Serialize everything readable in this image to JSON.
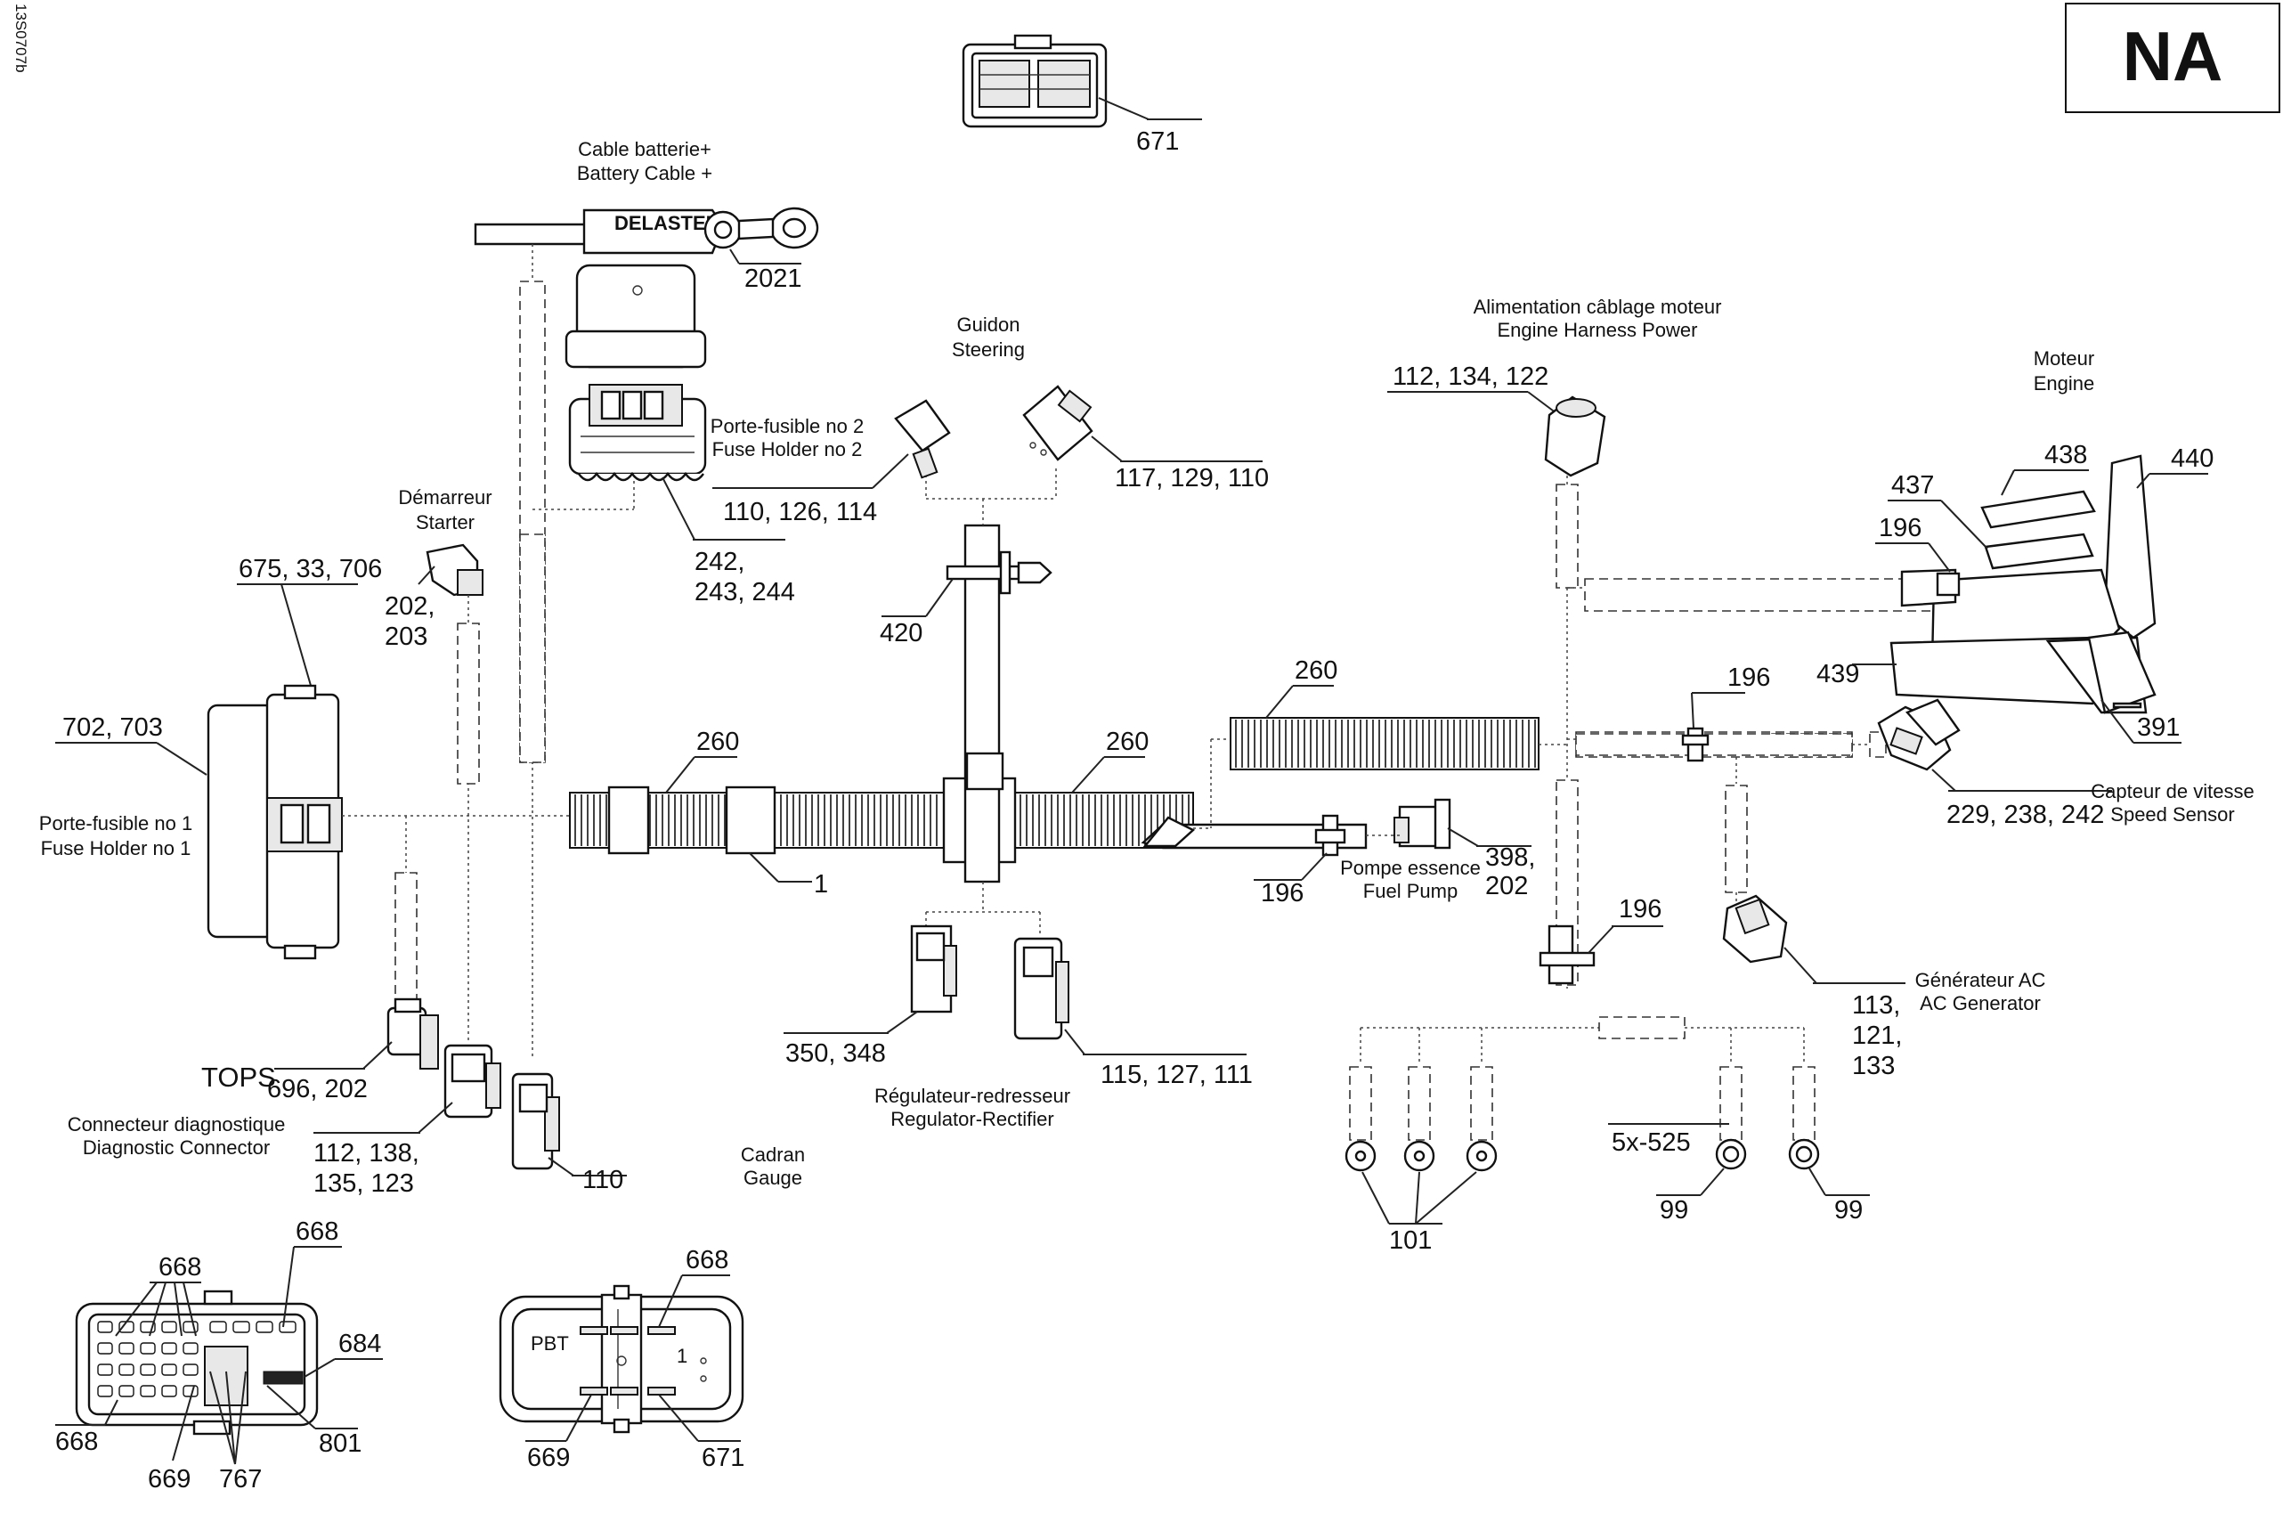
{
  "drawing_ref": "13S0707b",
  "region_code": "NA",
  "components": {
    "battery_cable": {
      "label_fr": "Cable batterie+",
      "label_en": "Battery Cable +",
      "brand": "DELASTEK",
      "part": "2021"
    },
    "connector_top": {
      "part": "671"
    },
    "fuse_holder_2": {
      "label_fr": "Porte-fusible no 2",
      "label_en": "Fuse Holder no 2",
      "parts_line1": "242,",
      "parts_line2": "243, 244"
    },
    "starter": {
      "label_fr": "Démarreur",
      "label_en": "Starter",
      "parts_line1": "202,",
      "parts_line2": "203"
    },
    "steering": {
      "label_fr": "Guidon",
      "label_en": "Steering",
      "connector_left": "110, 126, 114",
      "connector_right": "117, 129, 110"
    },
    "clip_420": {
      "part": "420"
    },
    "fuse_holder_1": {
      "label_fr": "Porte-fusible no 1",
      "label_en": "Fuse Holder no 1",
      "part_top": "675, 33, 706",
      "part_left": "702, 703"
    },
    "conduit": {
      "left": "260",
      "middle": "260",
      "right": "260",
      "main_harness": "1"
    },
    "fuel_pump": {
      "label_fr": "Pompe essence",
      "label_en": "Fuel Pump",
      "parts_line1": "398,",
      "parts_line2": "202",
      "clip": "196"
    },
    "engine_harness_power": {
      "label_fr": "Alimentation câblage moteur",
      "label_en": "Engine Harness Power",
      "parts": "112, 134, 122"
    },
    "engine": {
      "label_fr": "Moteur",
      "label_en": "Engine",
      "p438": "438",
      "p440": "440",
      "p437": "437",
      "p196": "196",
      "p439": "439",
      "p391": "391"
    },
    "speed_sensor": {
      "label_fr": "Capteur de vitesse",
      "label_en": "Speed Sensor",
      "parts": "229, 238, 242",
      "clip": "196"
    },
    "ac_generator": {
      "label_fr": "Générateur AC",
      "label_en": "AC Generator",
      "parts_line1": "113,",
      "parts_line2": "121,",
      "parts_line3": "133",
      "clip": "196"
    },
    "regulator": {
      "label_fr": "Régulateur-redresseur",
      "label_en": "Regulator-Rectifier",
      "parts_left": "350, 348",
      "parts_right": "115, 127, 111"
    },
    "tops": {
      "label": "TOPS",
      "parts": "696, 202"
    },
    "diagnostic": {
      "label_fr": "Connecteur diagnostique",
      "label_en": "Diagnostic Connector",
      "parts_line1": "112, 138,",
      "parts_line2": "135, 123"
    },
    "gauge": {
      "label_fr": "Cadran",
      "label_en": "Gauge",
      "part": "110"
    },
    "ground": {
      "p5x525": "5x-525",
      "p99a": "99",
      "p99b": "99",
      "p101": "101"
    },
    "ecm_connector_left": {
      "p668a": "668",
      "p668b": "668",
      "p668c": "668",
      "p684": "684",
      "p801": "801",
      "p669": "669",
      "p767": "767"
    },
    "ecm_connector_right": {
      "p668": "668",
      "p669": "669",
      "p671": "671",
      "inner_text": "PBT",
      "inner_num": "1"
    }
  }
}
